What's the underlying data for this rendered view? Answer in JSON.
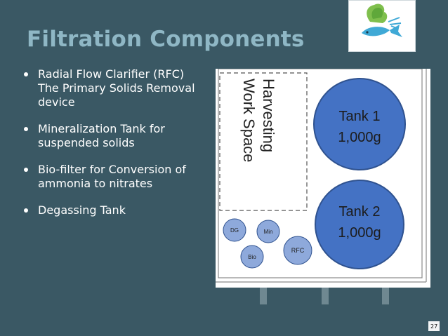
{
  "slide": {
    "title": "Filtration Components",
    "page_number": "27",
    "bullets": [
      "Radial Flow Clarifier (RFC) The Primary Solids Removal device",
      "Mineralization Tank for suspended solids",
      "Bio-filter for Conversion of ammonia to nitrates",
      "Degassing Tank"
    ]
  },
  "diagram": {
    "harvesting_label_line1": "Harvesting",
    "harvesting_label_line2": "Work Space",
    "tank1_label": "Tank 1",
    "tank1_volume": "1,000g",
    "tank2_label": "Tank 2",
    "tank2_volume": "1,000g",
    "small_components": {
      "dg": "DG",
      "min": "Min",
      "bio": "Bio",
      "rfc": "RFC"
    }
  },
  "colors": {
    "background": "#3a5864",
    "title": "#8fb7c5",
    "tank_fill": "#4472c4",
    "small_tank_fill": "#8ea9db"
  },
  "icons": {
    "logo": "fish-and-lettuce-logo"
  }
}
